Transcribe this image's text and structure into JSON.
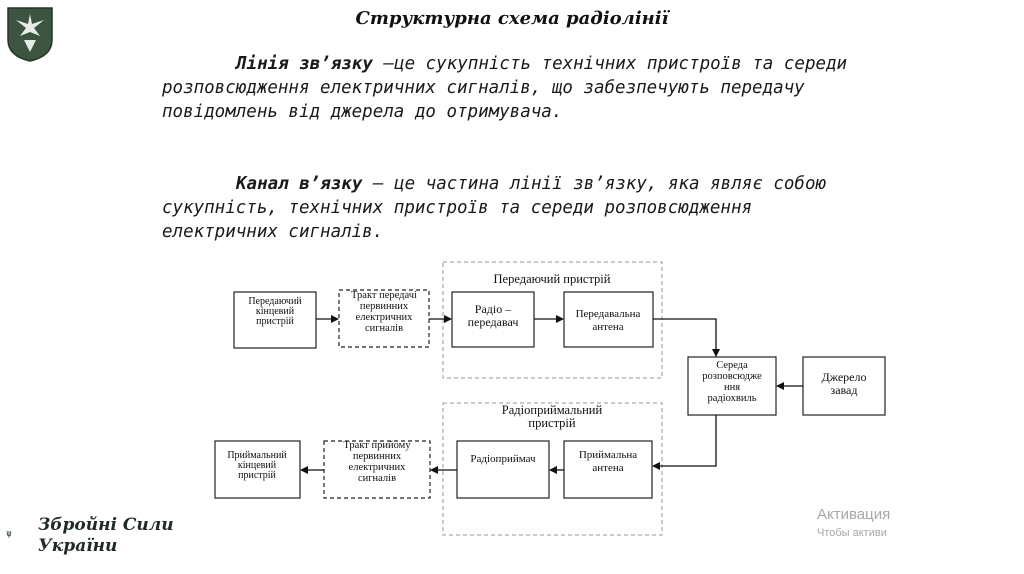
{
  "title": "Структурна схема радіолінії",
  "paragraphs": [
    {
      "term": "Лінія зв’язку",
      "text": " –це сукупність технічних пристроїв та середи розповсюдження електричних сигналів, що забезпечують передачу повідомлень від джерела до отримувача."
    },
    {
      "term": "Канал в’язку",
      "text": " – це частина лінії зв’язку, яка являє собою сукупність, технічних пристроїв та середи розповсюдження електричних сигналів."
    }
  ],
  "diagram": {
    "groups": {
      "transmitter": "Передаючий пристрій",
      "receiver": [
        "Радіоприймальний",
        "пристрій"
      ]
    },
    "blocks": {
      "tx_terminal": [
        "Передаючий",
        "кінцевий",
        "пристрій"
      ],
      "tx_path": [
        "Тракт передачі",
        "первинних",
        "електричних",
        "сигналів"
      ],
      "tx_radio": [
        "Радіо –",
        "передавач"
      ],
      "tx_antenna": [
        "Передавальна",
        "антена"
      ],
      "medium": [
        "Середа",
        "розповсюдже",
        "ння",
        "радіохвиль"
      ],
      "noise": [
        "Джерело",
        "завад"
      ],
      "rx_antenna": [
        "Приймальна",
        "антена"
      ],
      "rx_radio": [
        "Радіоприймач"
      ],
      "rx_path": [
        "Тракт прийому",
        "первинних",
        "електричних",
        "сигналів"
      ],
      "rx_terminal": [
        "Приймальний",
        "кінцевий",
        "пристрій"
      ]
    }
  },
  "branding": {
    "line1": "Збройні Сили",
    "line2": "України"
  },
  "watermark": {
    "line1": "Активация",
    "line2": "Чтобы активи"
  },
  "colors": {
    "accent_green": "#2f4a35",
    "text": "#111111",
    "watermark": "#a7a7a7"
  }
}
